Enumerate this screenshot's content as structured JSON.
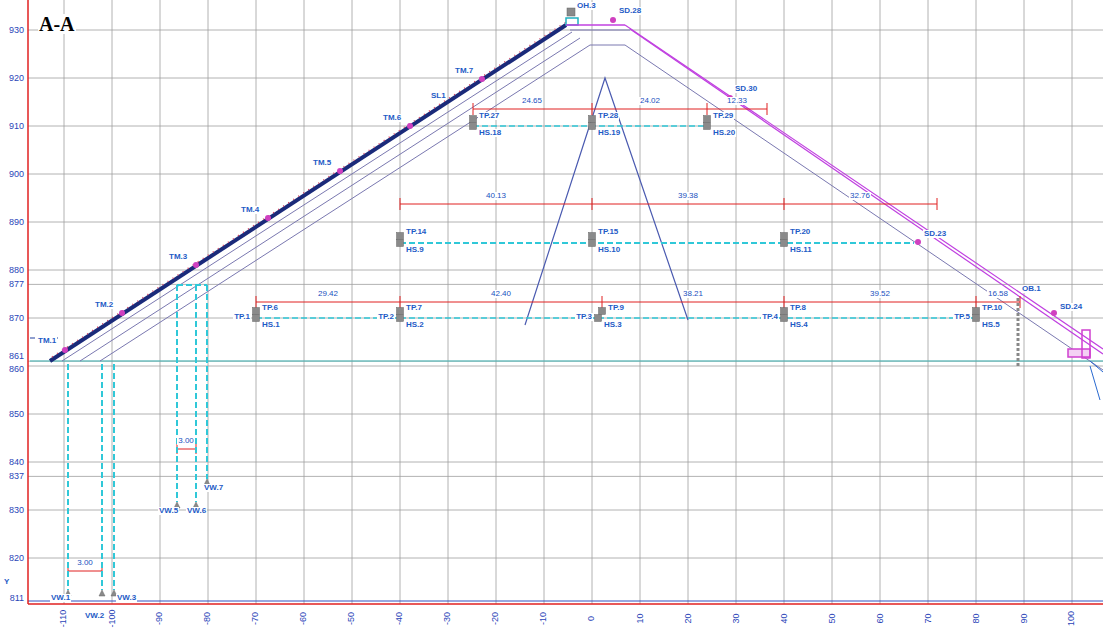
{
  "diagram": {
    "title": "A-A",
    "labels": [
      "930",
      "920",
      "910",
      "900",
      "890",
      "880",
      "877",
      "870",
      "861",
      "860",
      "850",
      "840",
      "837",
      "830",
      "820",
      "811",
      "-110",
      "-100",
      "-90",
      "-80",
      "-70",
      "-60",
      "-50",
      "-40",
      "-30",
      "-20",
      "-10",
      "0",
      "10",
      "20",
      "30",
      "40",
      "50",
      "60",
      "70",
      "80",
      "90",
      "100",
      "OH.3",
      "SD.28",
      "TM.7",
      "SL1",
      "TM.6",
      "TM.5",
      "TM.4",
      "TM.3",
      "TM.2",
      "TM.1",
      "SD.30",
      "TP.27",
      "TP.28",
      "TP.29",
      "HS.18",
      "HS.19",
      "HS.20",
      "24.65",
      "24.02",
      "12.33",
      "TP.14",
      "TP.15",
      "TP.20",
      "HS.9",
      "HS.10",
      "HS.11",
      "40.13",
      "39.38",
      "32.76",
      "SD.23",
      "TP.6",
      "TP.7",
      "TP.9",
      "TP.8",
      "TP.10",
      "TP.1",
      "TP.2",
      "TP.3",
      "TP.4",
      "TP.5",
      "HS.1",
      "HS.2",
      "HS.3",
      "HS.4",
      "HS.5",
      "29.42",
      "42.40",
      "38.21",
      "39.52",
      "16.58",
      "OB.1",
      "SD.24",
      "3.00",
      "3.00",
      "VW.5",
      "VW.6",
      "VW.7",
      "VW.1",
      "VW.2",
      "VW.3",
      "Y"
    ]
  }
}
